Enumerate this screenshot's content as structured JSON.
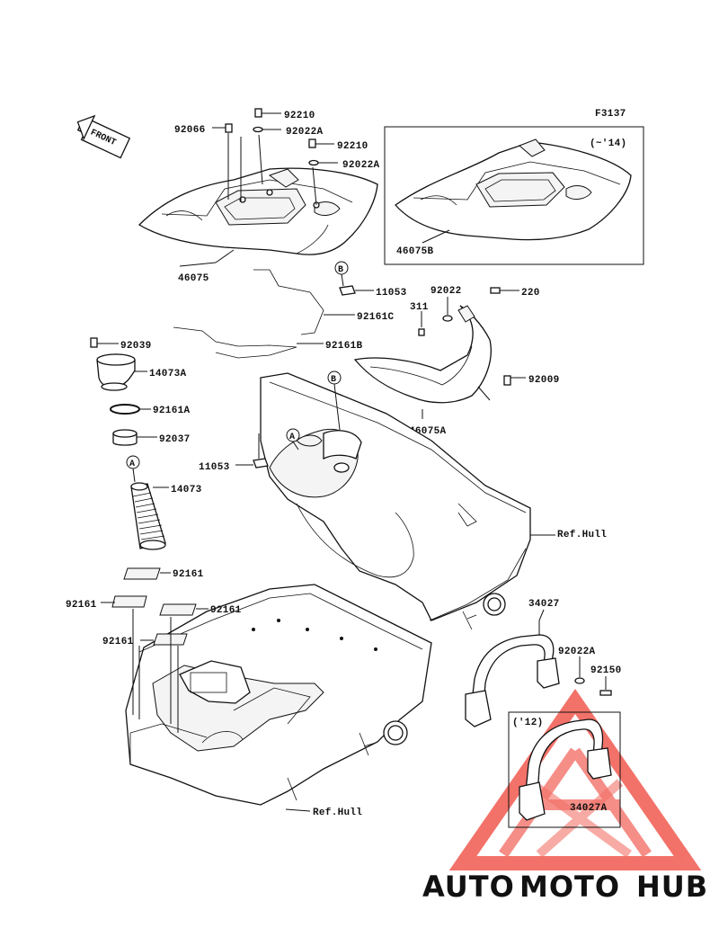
{
  "diagram": {
    "figure_code": "F3137",
    "front_label": "FRONT",
    "year_note_top": "(~'14)",
    "year_note_bottom": "('12)",
    "callouts": {
      "a": "A",
      "b": "B"
    },
    "labels": {
      "p92210_top": "92210",
      "p92066": "92066",
      "p92022A_top": "92022A",
      "p92210_mid": "92210",
      "p92022A_mid": "92022A",
      "p46075": "46075",
      "p46075B": "46075B",
      "p11053_top": "11053",
      "p92022": "92022",
      "p220": "220",
      "p311": "311",
      "p92161C": "92161C",
      "p92161B": "92161B",
      "p92039": "92039",
      "p14073A": "14073A",
      "p92009": "92009",
      "p92161A": "92161A",
      "p46075A": "46075A",
      "p92037": "92037",
      "p11053_left": "11053",
      "p14073": "14073",
      "p_refhull_right": "Ref.Hull",
      "p92161_a": "92161",
      "p34027": "34027",
      "p92161_b": "92161",
      "p92161_c": "92161",
      "p92022A_right": "92022A",
      "p92161_d": "92161",
      "p92150": "92150",
      "p34027A": "34027A",
      "p_refhull_bottom": "Ref.Hull"
    }
  },
  "watermark": {
    "part1": "AUTO",
    "part2": "MOTO",
    "part3": "HUB",
    "colors": {
      "auto": "#f7b24a",
      "moto": "#f07a6a",
      "hub": "#8a8a8a",
      "triangle": "#f05a4f"
    }
  }
}
